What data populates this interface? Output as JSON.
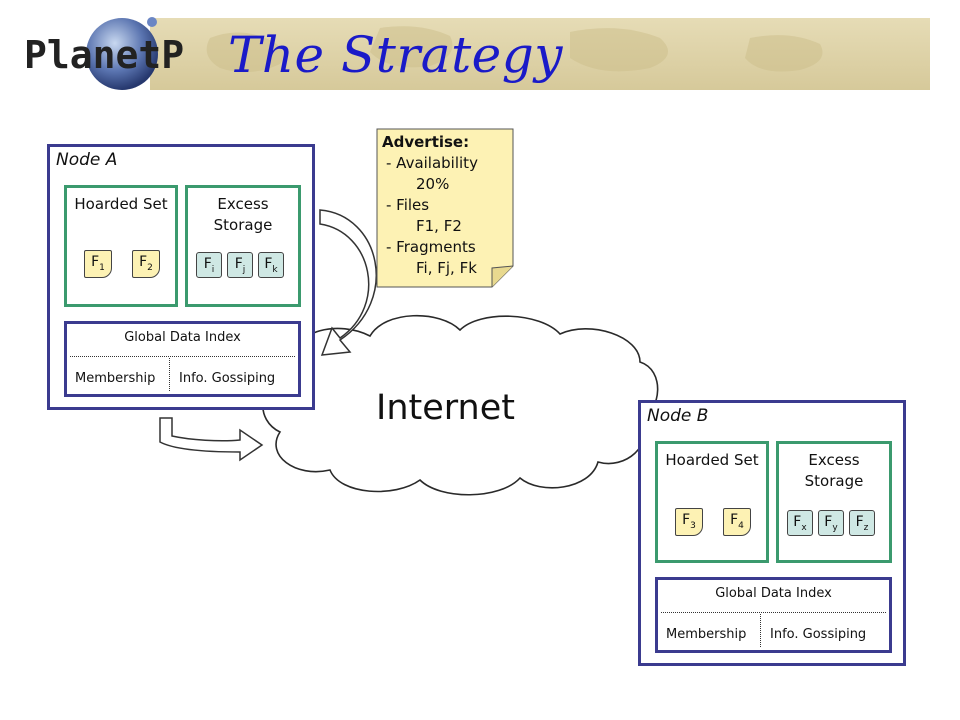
{
  "header": {
    "title": "The Strategy",
    "logo_text": "PlanetP"
  },
  "cloud_label": "Internet",
  "advertise": {
    "heading": "Advertise:",
    "availability_label": "- Availability",
    "availability_value": "20%",
    "files_label": "- Files",
    "files_value": "F1, F2",
    "fragments_label": "- Fragments",
    "fragments_value": "Fi, Fj, Fk"
  },
  "nodes": [
    {
      "label": "Node A",
      "hoarded_title": "Hoarded Set",
      "hoarded_files": [
        {
          "base": "F",
          "sub": "1"
        },
        {
          "base": "F",
          "sub": "2"
        }
      ],
      "excess_title_1": "Excess",
      "excess_title_2": "Storage",
      "excess_files": [
        {
          "base": "F",
          "sub": "i"
        },
        {
          "base": "F",
          "sub": "j"
        },
        {
          "base": "F",
          "sub": "k"
        }
      ],
      "index_title": "Global Data Index",
      "index_left": "Membership",
      "index_right": "Info. Gossiping"
    },
    {
      "label": "Node B",
      "hoarded_title": "Hoarded Set",
      "hoarded_files": [
        {
          "base": "F",
          "sub": "3"
        },
        {
          "base": "F",
          "sub": "4"
        }
      ],
      "excess_title_1": "Excess",
      "excess_title_2": "Storage",
      "excess_files": [
        {
          "base": "F",
          "sub": "x"
        },
        {
          "base": "F",
          "sub": "y"
        },
        {
          "base": "F",
          "sub": "z"
        }
      ],
      "index_title": "Global Data Index",
      "index_left": "Membership",
      "index_right": "Info. Gossiping"
    }
  ],
  "colors": {
    "title": "#1a1ac8",
    "node_border": "#3b3b8f",
    "set_border": "#3b9a6e",
    "hoard_file": "#fdf2b4",
    "excess_file": "#cfe8e4",
    "note": "#fdf2b4"
  }
}
